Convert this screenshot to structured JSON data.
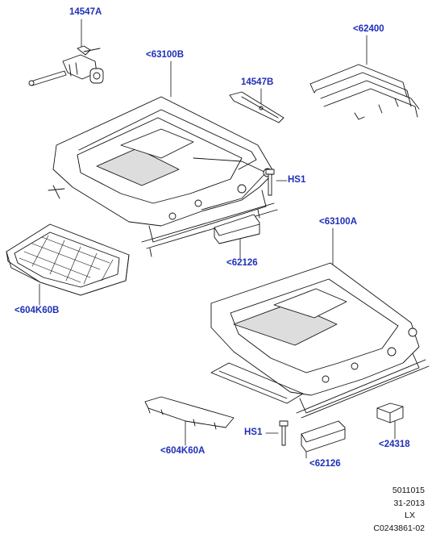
{
  "callouts": {
    "c14547A": "14547A",
    "c63100B": "<63100B",
    "c14547B": "14547B",
    "c62400": "<62400",
    "hs1_top": "HS1",
    "c62126_top": "<62126",
    "c63100A": "<63100A",
    "c604K60B": "<604K60B",
    "hs1_bottom": "HS1",
    "c604K60A": "<604K60A",
    "c62126_bottom": "<62126",
    "c24318": "<24318"
  },
  "footer": {
    "line1": "5011015",
    "line2": "31-2013",
    "line3": "LX",
    "line4": "C0243861-02"
  },
  "colors": {
    "callout_text": "#1f2fb8",
    "drawing_line": "#111111",
    "part_fill": "#dddddd"
  }
}
